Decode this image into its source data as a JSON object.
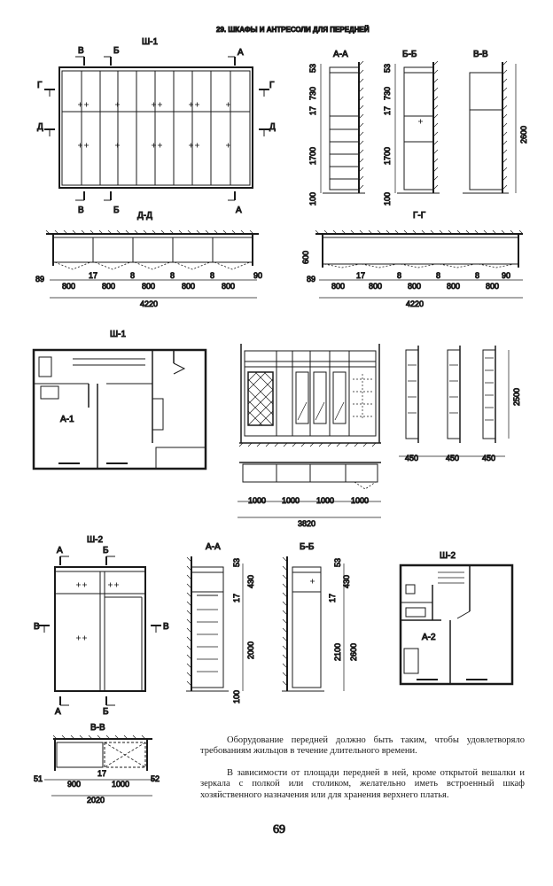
{
  "header": {
    "title": "29. ШКАФЫ И АНТРЕСОЛИ ДЛЯ ПЕРЕДНЕЙ"
  },
  "page_number": "69",
  "text": {
    "p1": "Оборудование передней должно быть таким, чтобы удовлетворяло требованиям жильцов в течение длительного времени.",
    "p2": "В зависимости от площади передней в ней, кроме открытой вешалки и зеркала с полкой или столиком, желательно иметь встроенный шкаф хозяйственного назначения или для хранения верхнего платья."
  },
  "labels": {
    "sh1": "Ш-1",
    "sh2": "Ш-2",
    "aa": "А-А",
    "bb": "Б-Б",
    "vv": "В-В",
    "dd": "Д-Д",
    "gg": "Г-Г",
    "a": "А",
    "b": "Б",
    "v": "В",
    "g": "Г",
    "d": "Д",
    "a1": "А-1",
    "a2": "А-2"
  },
  "dims": {
    "d53": "53",
    "d730": "730",
    "d17": "17",
    "d1700": "1700",
    "d100": "100",
    "d2600": "2600",
    "d800": "800",
    "d8": "8",
    "d89": "89",
    "d90": "90",
    "d4220": "4220",
    "d600": "600",
    "d2500": "2500",
    "d450": "450",
    "d1000": "1000",
    "d3820": "3820",
    "d430": "430",
    "d2000": "2000",
    "d2100": "2100",
    "d51": "51",
    "d900": "900",
    "d52": "52",
    "d2020": "2020"
  }
}
